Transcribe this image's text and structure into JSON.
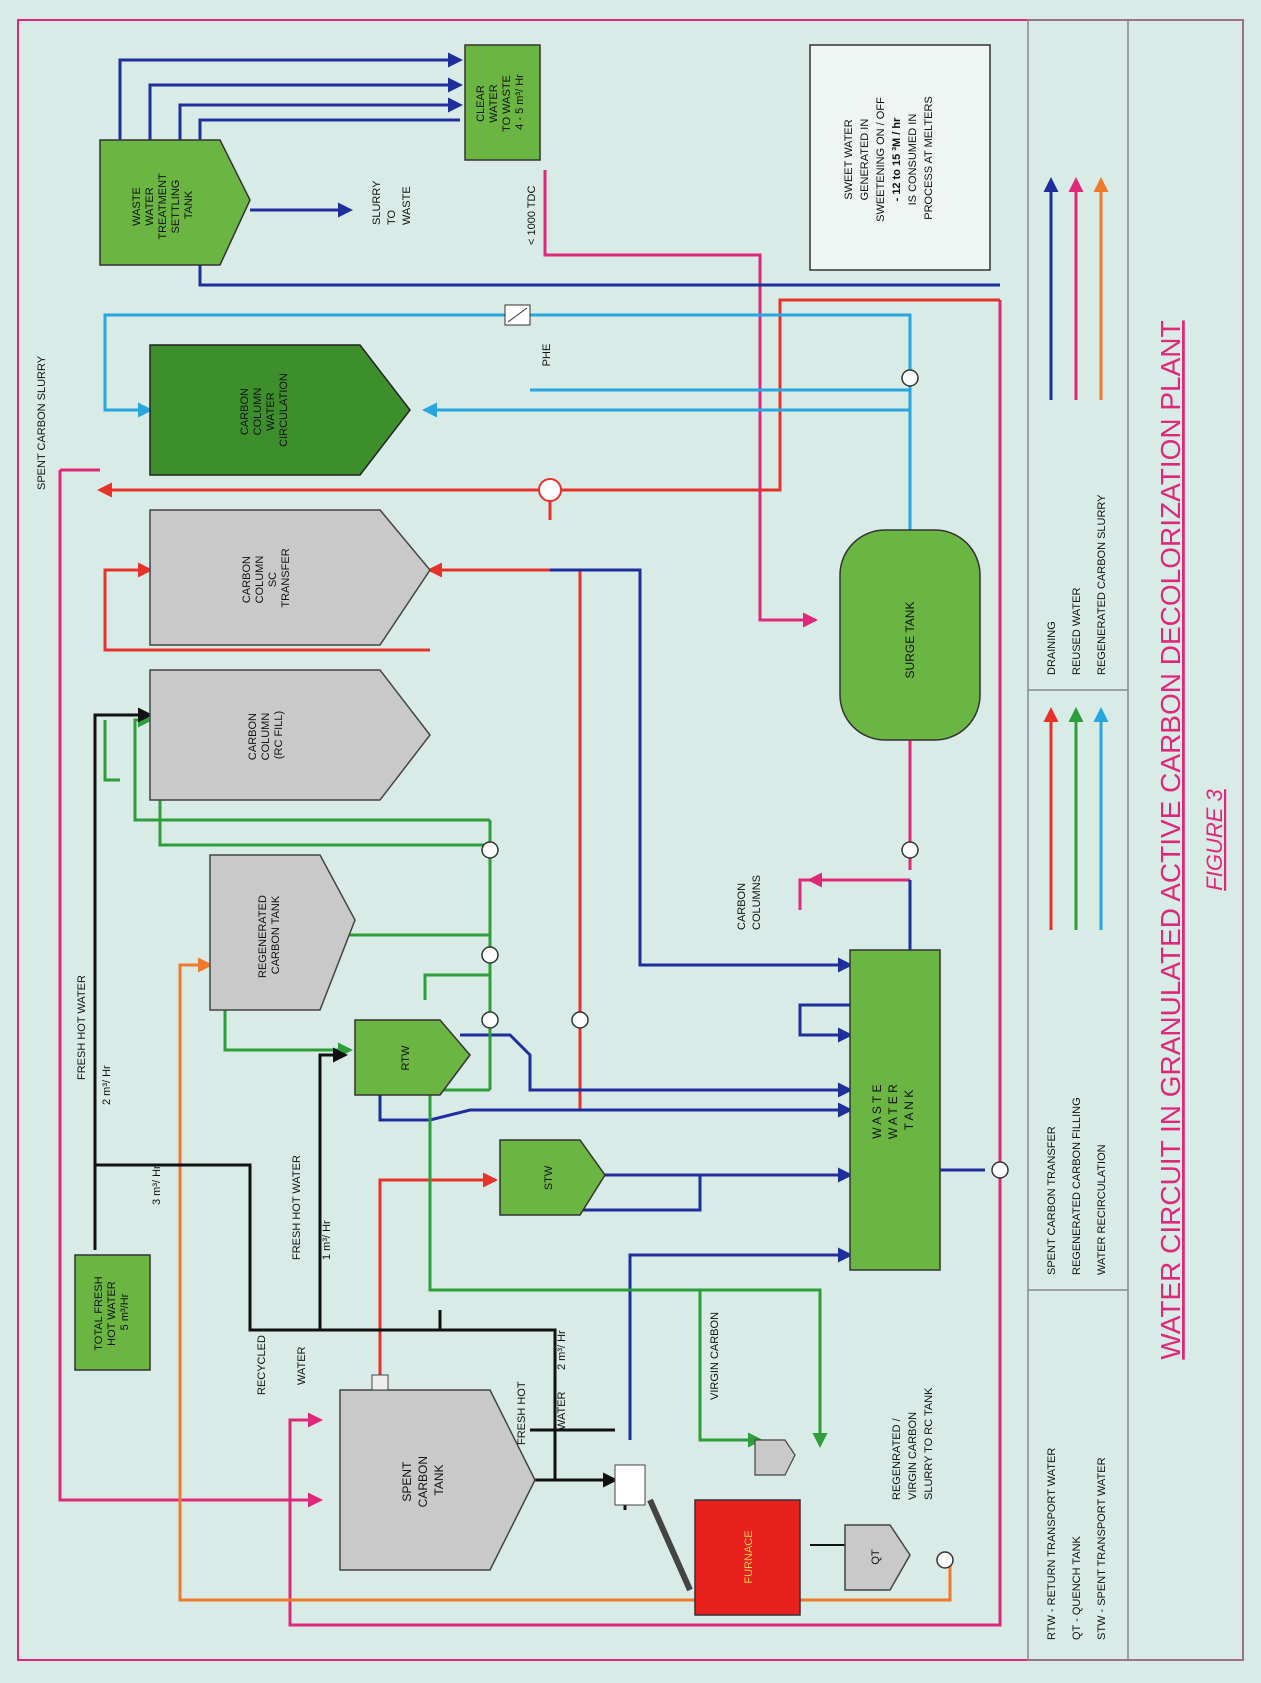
{
  "figure": {
    "title": "WATER CIRCUIT IN GRANULATED ACTIVE CARBON DECOLORIZATION  PLANT",
    "subtitle": "FIGURE 3"
  },
  "units": {
    "total_flow": [
      "TOTAL FRESH",
      "HOT WATER",
      "5 m³/Hr"
    ],
    "flow_3": "3 m³/ Hr",
    "flow_2a": "2 m³/ Hr",
    "flow_1": "1 m³/ Hr",
    "flow_2b": "2 m³/ Hr"
  },
  "equipment": {
    "spent_carbon_tank": [
      "SPENT",
      "CARBON",
      "TANK"
    ],
    "furnace": "FURNACE",
    "qt": "QT",
    "stw": "STW",
    "rtw": "RTW",
    "regenerated_carbon_tank": [
      "REGENERATED",
      "CARBON TANK"
    ],
    "carbon_column_rc_fill": [
      "CARBON",
      "COLUMN",
      "(RC FILL)"
    ],
    "carbon_column_sc_transfer": [
      "CARBON",
      "COLUMN",
      "SC",
      "TRANSFER"
    ],
    "carbon_column_water_circulation": [
      "CARBON",
      "COLUMN",
      "WATER",
      "CIRCULATION"
    ],
    "waste_water_treatment": [
      "WASTE",
      "WATER",
      "TREATMENT",
      "SETTLING",
      "TANK"
    ],
    "clear_water": [
      "CLEAR",
      "WATER",
      "TO WASTE",
      "4 - 5 m³/ Hr"
    ],
    "surge_tank": "SURGE TANK",
    "waste_water_tank": [
      "W A S T E",
      "W A T E R",
      "T A N K"
    ],
    "phe": "PHE"
  },
  "labels": {
    "spent_carbon_slurry": "SPENT CARBON SLURRY",
    "fresh_hot_water_1": "FRESH HOT WATER",
    "fresh_hot_water_2": "FRESH HOT WATER",
    "fresh_hot_3": "FRESH HOT",
    "water_3": "WATER",
    "recycled": "RECYCLED",
    "water_recycled": "WATER",
    "virgin_carbon": "VIRGIN CARBON",
    "regen_slurry": [
      "REGENRATED /",
      "VIRGIN CARBON",
      "SLURRY TO RC TANK"
    ],
    "carbon_columns": [
      "CARBON",
      "COLUMNS"
    ],
    "slurry_to_waste": [
      "SLURRY",
      "TO",
      "WASTE"
    ],
    "tdc": "< 1000 TDC",
    "sweet_water": [
      "SWEET WATER",
      "GENERATED IN",
      "SWEETENING ON / OFF",
      "- 12 to 15 ³M / hr",
      "IS CONSUMED IN",
      "PROCESS AT MELTERS"
    ]
  },
  "legend": {
    "abbreviations": [
      "RTW - RETURN TRANSPORT WATER",
      "QT    - QUENCH  TANK",
      "STW - SPENT TRANSPORT WATER"
    ],
    "items": [
      {
        "label": "SPENT CARBON TRANSFER",
        "color": "#e8312a"
      },
      {
        "label": "REGENERATED CARBON FILLING",
        "color": "#2e9e3a"
      },
      {
        "label": "WATER RECIRCULATION",
        "color": "#27a6df"
      },
      {
        "label": "DRAINING",
        "color": "#1e2f9c"
      },
      {
        "label": "REUSED WATER",
        "color": "#e0287a"
      },
      {
        "label": "REGENERATED CARBON SLURRY",
        "color": "#f07a2a"
      }
    ]
  },
  "colors": {
    "red": "#e8312a",
    "green": "#2e9e3a",
    "cyan": "#27a6df",
    "blue": "#1e2f9c",
    "pink": "#e0287a",
    "orange": "#f07a2a",
    "black": "#111111",
    "green_fill": "#6bb642",
    "grey_fill": "#c9c9c9",
    "furnace_fill": "#e8201e"
  }
}
